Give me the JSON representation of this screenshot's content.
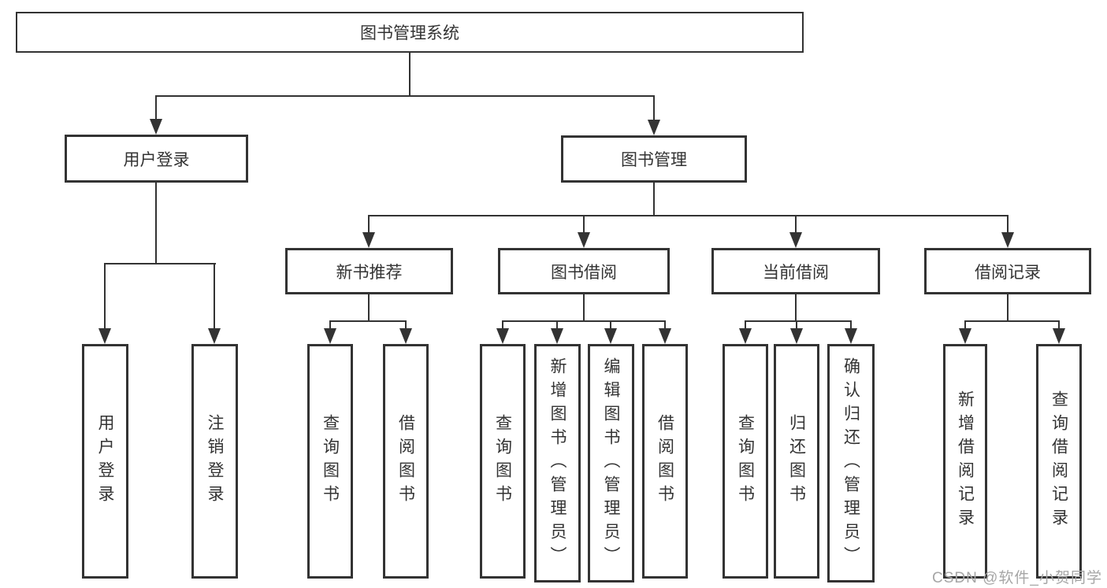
{
  "diagram": {
    "root": {
      "label": "图书管理系统"
    },
    "level2": {
      "user_login": {
        "label": "用户登录"
      },
      "book_mgmt": {
        "label": "图书管理"
      }
    },
    "level3": {
      "new_book": {
        "label": "新书推荐"
      },
      "borrow": {
        "label": "图书借阅"
      },
      "current": {
        "label": "当前借阅"
      },
      "records": {
        "label": "借阅记录"
      }
    },
    "leaves": {
      "user_login": [
        {
          "label": "用户登录"
        },
        {
          "label": "注销登录"
        }
      ],
      "new_book": [
        {
          "label": "查询图书"
        },
        {
          "label": "借阅图书"
        }
      ],
      "borrow": [
        {
          "label": "查询图书"
        },
        {
          "label": "新增图书（管理员）"
        },
        {
          "label": "编辑图书（管理员）"
        },
        {
          "label": "借阅图书"
        }
      ],
      "current": [
        {
          "label": "查询图书"
        },
        {
          "label": "归还图书"
        },
        {
          "label": "确认归还（管理员）"
        }
      ],
      "records": [
        {
          "label": "新增借阅记录"
        },
        {
          "label": "查询借阅记录"
        }
      ]
    },
    "watermark": "CSDN @软件_小贺同学",
    "colors": {
      "line": "#333333",
      "text": "#333333",
      "watermark": "#a6a6a6",
      "background": "#ffffff"
    }
  }
}
